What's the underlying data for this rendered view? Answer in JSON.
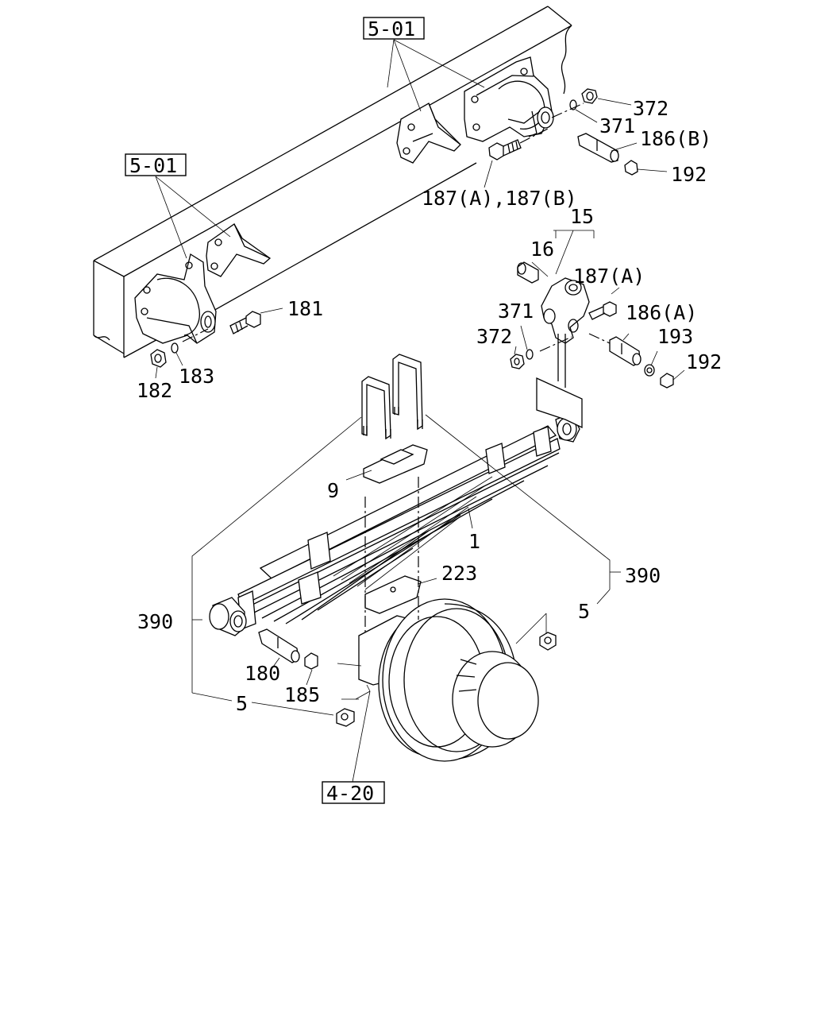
{
  "refs": {
    "frame_top": "5-01",
    "frame_left": "5-01",
    "axle": "4-20"
  },
  "labels": {
    "p372_top": "372",
    "p371_top": "371",
    "p186b": "186(B)",
    "p192_top": "192",
    "p187ab": "187(A),187(B)",
    "p15": "15",
    "p16": "16",
    "p187a": "187(A)",
    "p181": "181",
    "p371_mid": "371",
    "p186a": "186(A)",
    "p372_mid": "372",
    "p193": "193",
    "p192_mid": "192",
    "p182": "182",
    "p183": "183",
    "p9": "9",
    "p1": "1",
    "p223": "223",
    "p390_right": "390",
    "p390_left": "390",
    "p5_right": "5",
    "p180": "180",
    "p185": "185",
    "p5_left": "5"
  }
}
